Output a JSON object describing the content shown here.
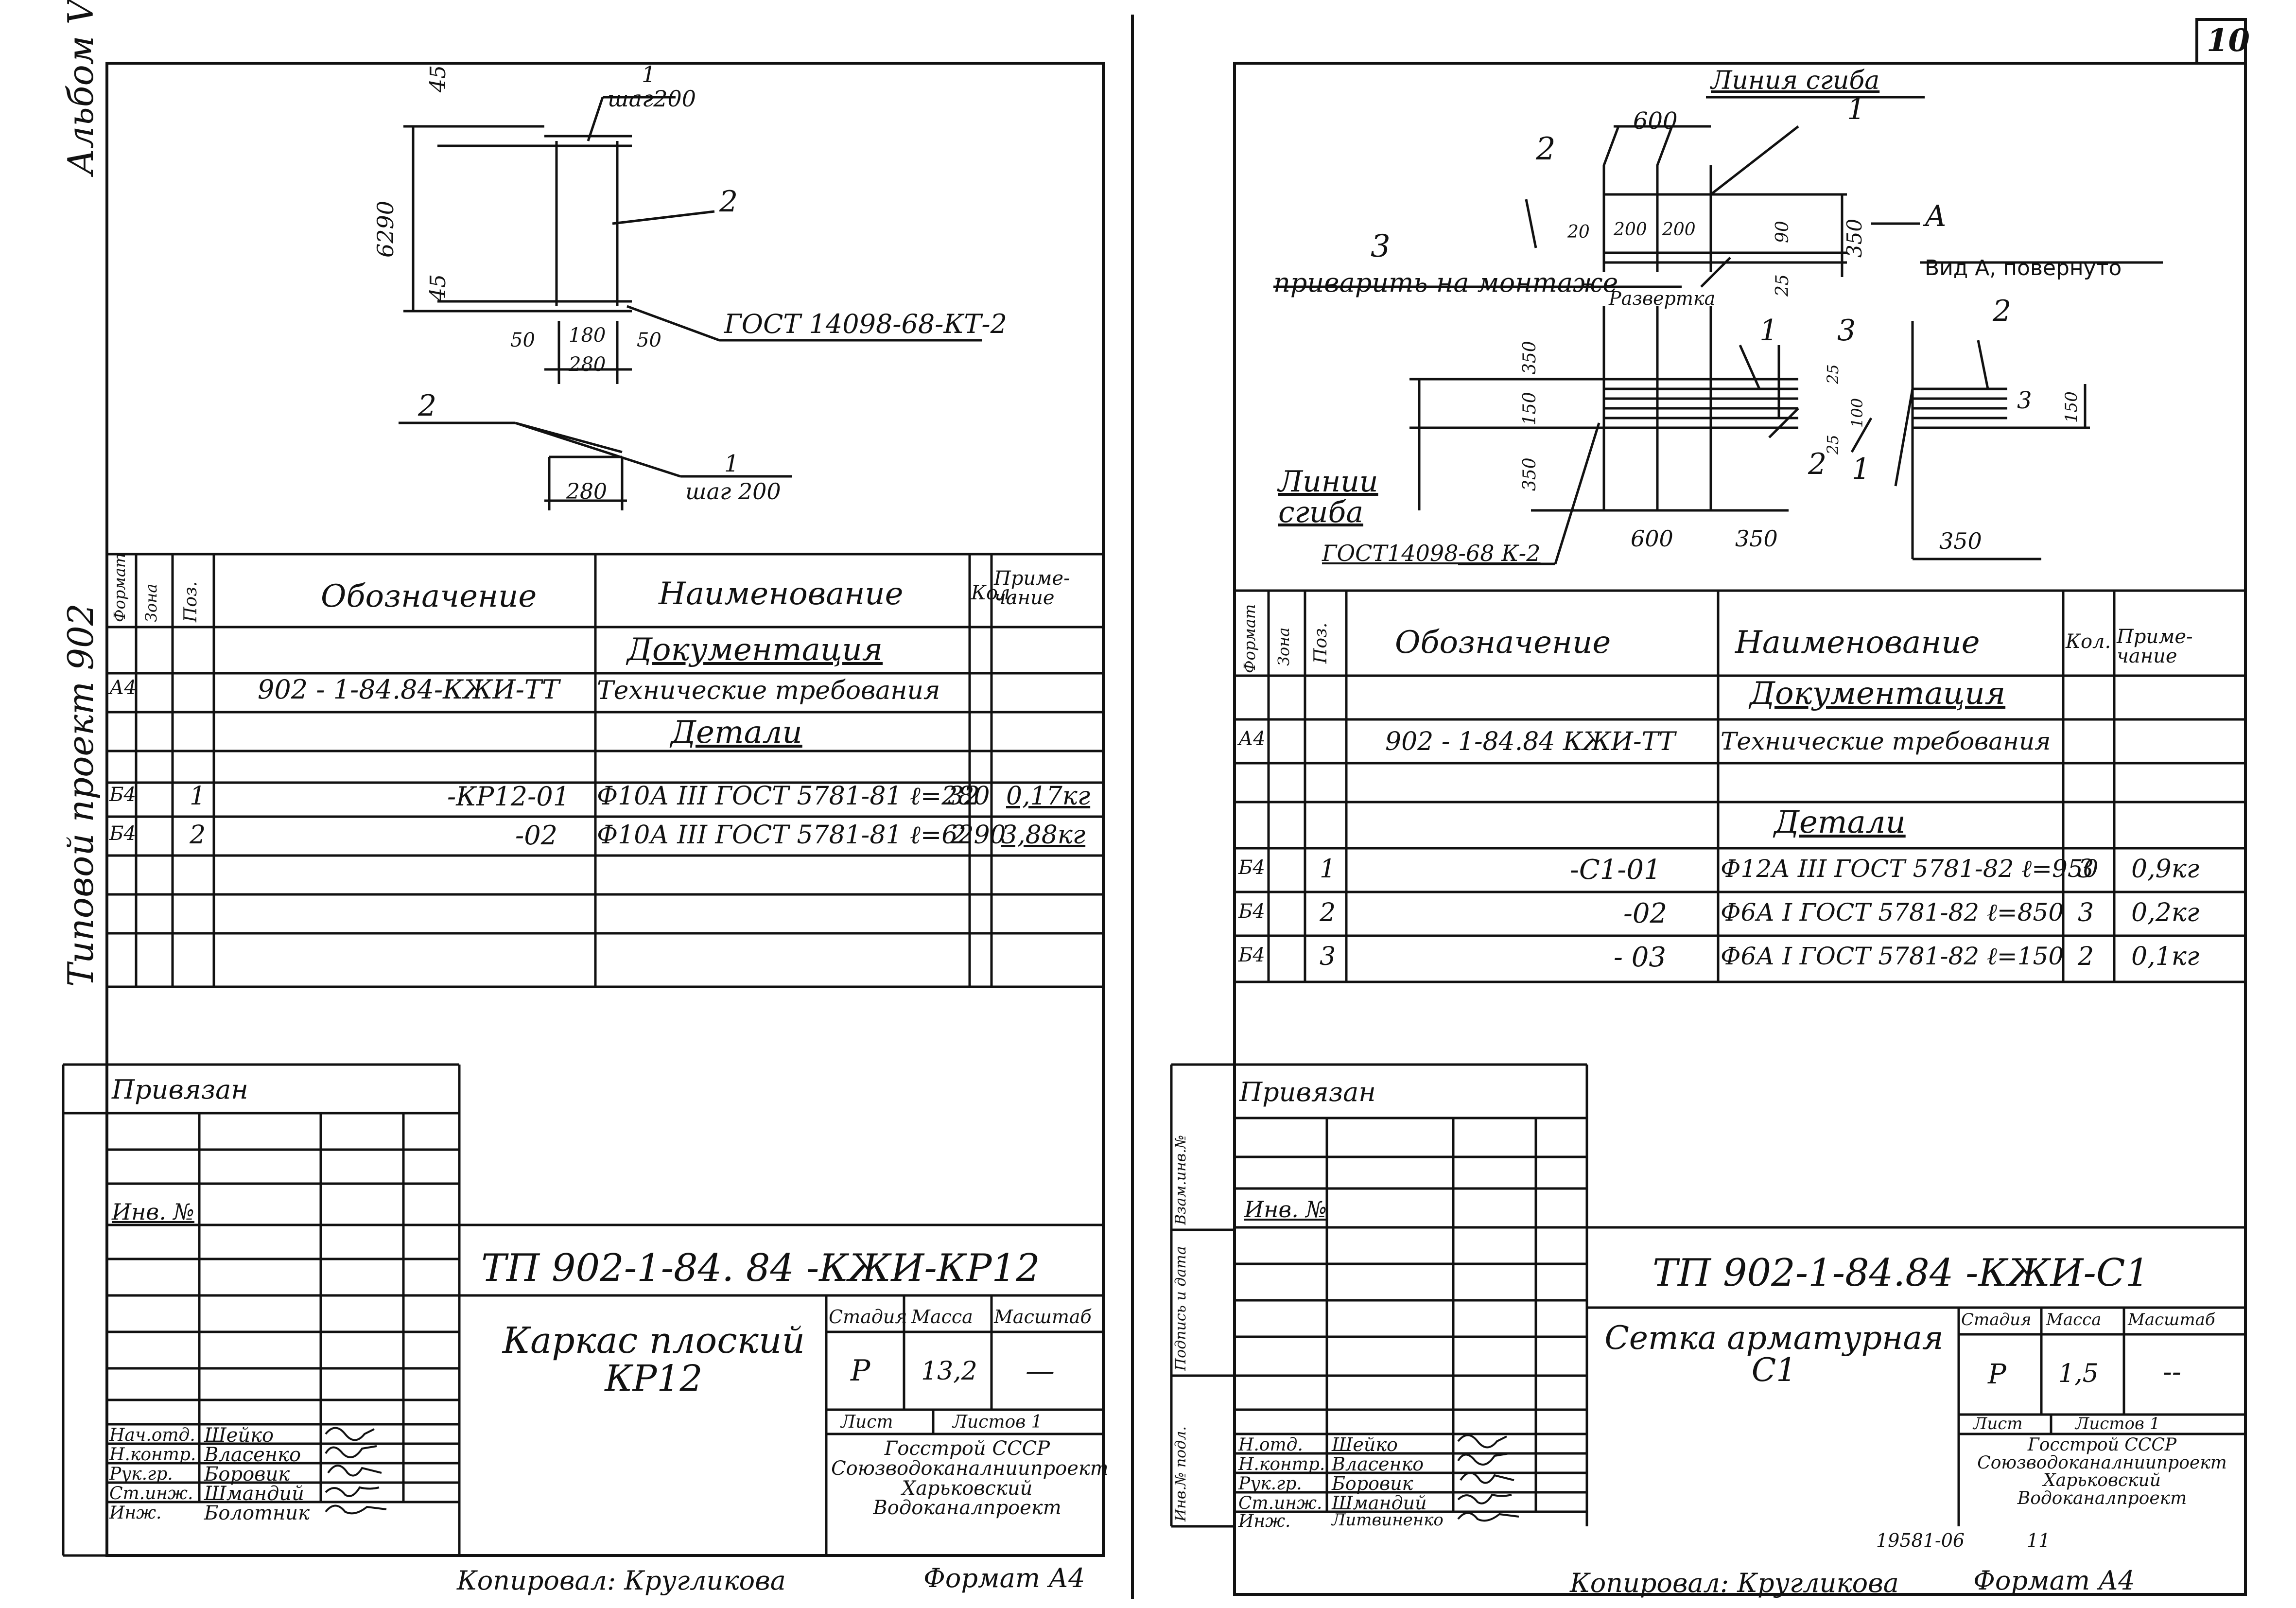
{
  "sheet_number": "10",
  "side_left": {
    "album": "Альбом VI",
    "project": "Типовой проект 902"
  },
  "left": {
    "drawing": {
      "top_dim": "45",
      "bottom_dim": "45",
      "height_dim": "6290",
      "pos1_label": "1",
      "pos1_note": "шаг200",
      "pos2_label": "2",
      "gost": "ГОСТ 14098-68-КТ-2",
      "dim_50a": "50",
      "dim_180": "180",
      "dim_50b": "50",
      "dim_280": "280",
      "sec_pos2": "2",
      "sec_pos1": "1",
      "sec_note": "шаг 200",
      "sec_280": "280"
    },
    "spec": {
      "h_format": "Формат",
      "h_zone": "Зона",
      "h_pos": "Поз.",
      "h_designation": "Обозначение",
      "h_name": "Наименование",
      "h_qty": "Кол.",
      "h_note": "Приме-чание",
      "section_doc": "Документация",
      "doc_format": "А4",
      "doc_designation": "902 - 1-84.84-КЖИ-ТТ",
      "doc_name": "Технические требования",
      "section_details": "Детали",
      "rows": [
        {
          "format": "Б4",
          "pos": "1",
          "designation": "-КР12-01",
          "name": "Ф10А III ГОСТ 5781-81 ℓ=280",
          "qty": "32",
          "note": "0,17кг"
        },
        {
          "format": "Б4",
          "pos": "2",
          "designation": "-02",
          "name": "Ф10А III ГОСТ 5781-81 ℓ=6290",
          "qty": "2",
          "note": "3,88кг"
        }
      ]
    },
    "stamp": {
      "bound": "Привязан",
      "inv": "Инв. №",
      "code": "ТП 902-1-84. 84 -КЖИ-КР12",
      "title": "Каркас плоский КР12",
      "h_stage": "Стадия",
      "h_mass": "Масса",
      "h_scale": "Масштаб",
      "stage": "Р",
      "mass": "13,2",
      "scale": "—",
      "sheet": "Лист",
      "sheets": "Листов 1",
      "org": "Госстрой СССР Союзводоканалниипроект Харьковский Водоканалпроект",
      "roles": [
        "Нач.отд.",
        "Н.контр.",
        "Рук.гр.",
        "Ст.инж.",
        "Инж."
      ],
      "names": [
        "Шейко",
        "Власенко",
        "Боровик",
        "Шмандий",
        "Болотник"
      ]
    },
    "footer_copied": "Копировал: Кругликова",
    "footer_format": "Формат А4"
  },
  "right": {
    "drawing": {
      "bend_line": "Линия сгиба",
      "label1": "1",
      "label2": "2",
      "dim_600": "600",
      "dim_20": "20",
      "dim_200a": "200",
      "dim_200b": "200",
      "dim_90": "90",
      "dim_350": "350",
      "dim_25": "25",
      "label3": "3",
      "weld_note": "приварить на монтаже",
      "razvertka": "Развертка",
      "arrow_a": "А",
      "view_a": "Вид А, повернуто",
      "r_label2": "2",
      "d350a": "350",
      "d150": "150",
      "d350b": "350",
      "m_label1": "1",
      "m_label3": "3",
      "d25a": "25",
      "d100": "100",
      "d25b": "25",
      "m_label2": "2",
      "m_label1b": "1",
      "va_label3": "3",
      "va_150": "150",
      "bend_lines": "Линии сгиба",
      "gost": "ГОСТ14098-68 К-2",
      "b600": "600",
      "b350": "350",
      "b350r": "350"
    },
    "spec": {
      "h_format": "Формат",
      "h_zone": "Зона",
      "h_pos": "Поз.",
      "h_designation": "Обозначение",
      "h_name": "Наименование",
      "h_qty": "Кол.",
      "h_note": "Приме-чание",
      "section_doc": "Документация",
      "doc_format": "А4",
      "doc_designation": "902 - 1-84.84 КЖИ-ТТ",
      "doc_name": "Технические требования",
      "section_details": "Детали",
      "rows": [
        {
          "format": "Б4",
          "pos": "1",
          "designation": "-С1-01",
          "name": "Ф12А III ГОСТ 5781-82 ℓ=950",
          "qty": "3",
          "note": "0,9кг"
        },
        {
          "format": "Б4",
          "pos": "2",
          "designation": "-02",
          "name": "Ф6А I ГОСТ 5781-82 ℓ=850",
          "qty": "3",
          "note": "0,2кг"
        },
        {
          "format": "Б4",
          "pos": "3",
          "designation": "- 03",
          "name": "Ф6А I ГОСТ 5781-82 ℓ=150",
          "qty": "2",
          "note": "0,1кг"
        }
      ]
    },
    "stamp": {
      "bound": "Привязан",
      "inv": "Инв. №",
      "code": "ТП 902-1-84.84 -КЖИ-С1",
      "title": "Сетка арматурная С1",
      "h_stage": "Стадия",
      "h_mass": "Масса",
      "h_scale": "Масштаб",
      "stage": "Р",
      "mass": "1,5",
      "scale": "--",
      "sheet": "Лист",
      "sheets": "Листов 1",
      "org": "Госстрой СССР Союзводоканалниипроект Харьковский Водоканалпроект",
      "roles": [
        "Н.отд.",
        "Н.контр.",
        "Рук.гр.",
        "Ст.инж.",
        "Инж."
      ],
      "names": [
        "Шейко",
        "Власенко",
        "Боровик",
        "Шмандий",
        "Литвиненко"
      ],
      "side_labels": [
        "Взам.инв.№",
        "Подпись и дата",
        "Инв.№ подл."
      ]
    },
    "archive_no": "19581-06",
    "archive_sheet": "11",
    "footer_copied": "Копировал: Кругликова",
    "footer_format": "Формат А4"
  }
}
